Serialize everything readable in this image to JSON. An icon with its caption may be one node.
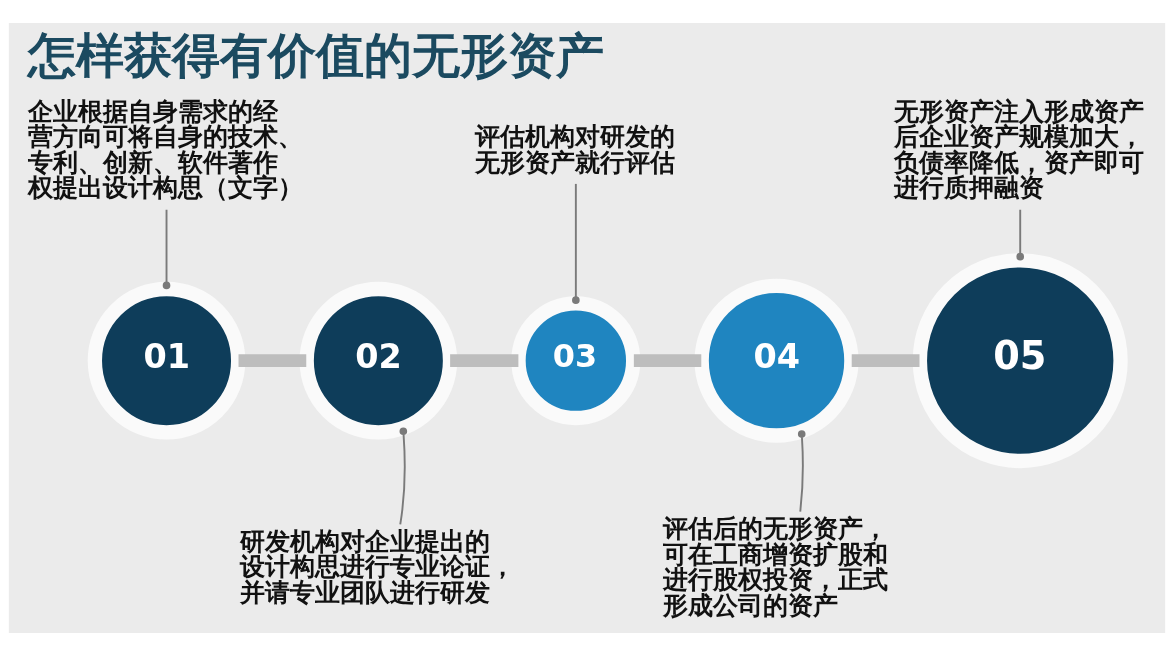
{
  "diagram": {
    "title": "怎样获得有价值的无形资产",
    "nodes": [
      {
        "text": [
          "企业根据自身需求的经营方向可将自身的技术、专利、创新、软件著作权提出设计构思（文字）"
        ]
      },
      {
        "text": [
          "评估机构对研发的无形资产就行评估"
        ]
      },
      {
        "text": [
          "无形资产注入形成资产后企业资产规模加大，负债率降低，资产即可进行质押融资"
        ]
      },
      {
        "text": [
          "01"
        ]
      },
      {
        "text": [
          "02"
        ]
      },
      {
        "text": [
          "03"
        ]
      },
      {
        "text": [
          "04"
        ]
      },
      {
        "text": [
          "05"
        ]
      },
      {
        "text": [
          "研发机构对企业提出的设计构思进行专业论证，并请专业团队进行研发"
        ]
      },
      {
        "text": [
          "评估后的无形资产，可在工商增资扩股和进行股权投资，正式形成公司的资产"
        ]
      }
    ],
    "edges": [
      {
        "from": 3,
        "to": 4,
        "arrow": "none",
        "style": "thick",
        "color": "#bdbdbd"
      },
      {
        "from": 4,
        "to": 5,
        "arrow": "none",
        "style": "thick",
        "color": "#bdbdbd"
      },
      {
        "from": 5,
        "to": 6,
        "arrow": "none",
        "style": "thick",
        "color": "#bdbdbd"
      },
      {
        "from": 6,
        "to": 7,
        "arrow": "none",
        "style": "thick",
        "color": "#bdbdbd"
      },
      {
        "from": 0,
        "to": 3,
        "arrow": "other"
      },
      {
        "from": 8,
        "to": 4,
        "arrow": "other"
      },
      {
        "from": 1,
        "to": 5,
        "arrow": "other"
      },
      {
        "from": 9,
        "to": 6,
        "arrow": "other"
      },
      {
        "from": 2,
        "to": 7,
        "arrow": "other"
      }
    ]
  }
}
